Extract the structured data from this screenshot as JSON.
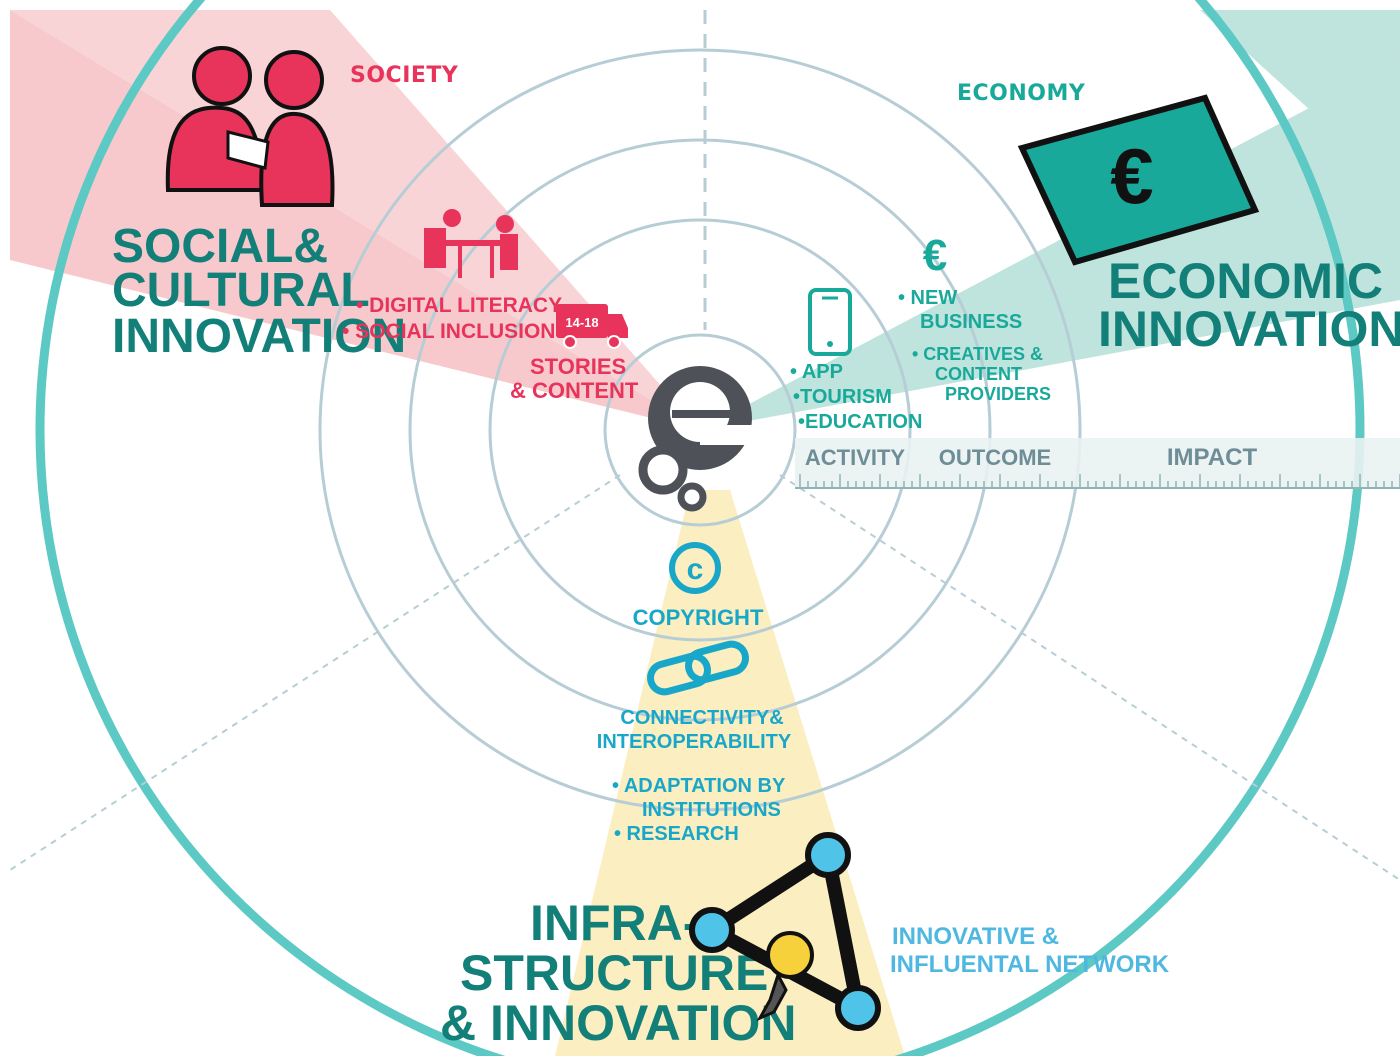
{
  "colors": {
    "society": "#e8345a",
    "society_wedge": "#f7c9cc",
    "economy": "#19a99b",
    "economy_wedge": "#bfe3dd",
    "infrastructure": "#19a7c9",
    "infrastructure_wedge": "#fbeec0",
    "outer_ring": "#5cc9c4",
    "inner_rings": "#b7cdd6",
    "logo": "#4e5258",
    "dark_text": "#127f78"
  },
  "society": {
    "label": "SOCIETY",
    "title_lines": [
      "SOCIAL&",
      "CULTURAL",
      "INNOVATION"
    ],
    "bullets": [
      "• DIGITAL LITERACY",
      "• SOCIAL INCLUSION"
    ],
    "badge": "14-18",
    "stories_lines": [
      "STORIES",
      "& CONTENT"
    ]
  },
  "economy": {
    "label": "ECONOMY",
    "title_lines": [
      "ECONOMIC",
      "INNOVATION"
    ],
    "currency": "€",
    "business_lines": [
      "• NEW",
      "BUSINESS"
    ],
    "creatives_lines": [
      "• CREATIVES &",
      "CONTENT",
      "PROVIDERS"
    ],
    "app_lines": [
      "• APP",
      "•TOURISM",
      "•EDUCATION"
    ]
  },
  "scale": {
    "labels": [
      "ACTIVITY",
      "OUTCOME",
      "IMPACT"
    ]
  },
  "infrastructure": {
    "copyright_symbol": "c",
    "copyright_label": "COPYRIGHT",
    "connectivity_lines": [
      "CONNECTIVITY&",
      "INTEROPERABILITY"
    ],
    "adaptation_lines": [
      "• ADAPTATION BY",
      "INSTITUTIONS",
      "• RESEARCH"
    ],
    "title_lines": [
      "INFRA-",
      "STRUCTURE",
      "& INNOVATION"
    ],
    "network_lines": [
      "INNOVATIVE &",
      "INFLUENTAL NETWORK"
    ]
  }
}
